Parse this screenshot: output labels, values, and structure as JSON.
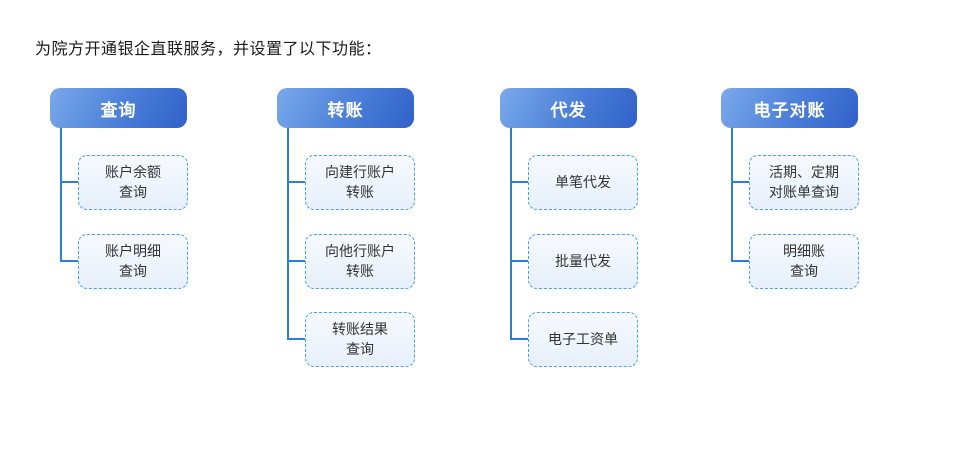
{
  "title": "为院方开通银企直联服务，并设置了以下功能：",
  "colors": {
    "hdr_grad_a": "#7aa9ea",
    "hdr_grad_b": "#4a7ed8",
    "hdr_grad_c": "#3161c9",
    "hdr_text": "#ffffff",
    "line_color": "#2a80d7",
    "node_border": "#4aa0ee",
    "node_bg_a": "#f6fafe",
    "node_bg_b": "#e7f0fb",
    "node_text": "#333333",
    "title_color": "#1a1a1a"
  },
  "groups": [
    {
      "label": "查询",
      "items": [
        {
          "text": "账户余额\n查询"
        },
        {
          "text": "账户明细\n查询"
        }
      ]
    },
    {
      "label": "转账",
      "items": [
        {
          "text": "向建行账户\n转账"
        },
        {
          "text": "向他行账户\n转账"
        },
        {
          "text": "转账结果\n查询"
        }
      ]
    },
    {
      "label": "代发",
      "items": [
        {
          "text": "单笔代发"
        },
        {
          "text": "批量代发"
        },
        {
          "text": "电子工资单"
        }
      ]
    },
    {
      "label": "电子对账",
      "items": [
        {
          "text": "活期、定期\n对账单查询"
        },
        {
          "text": "明细账\n查询"
        }
      ]
    }
  ]
}
